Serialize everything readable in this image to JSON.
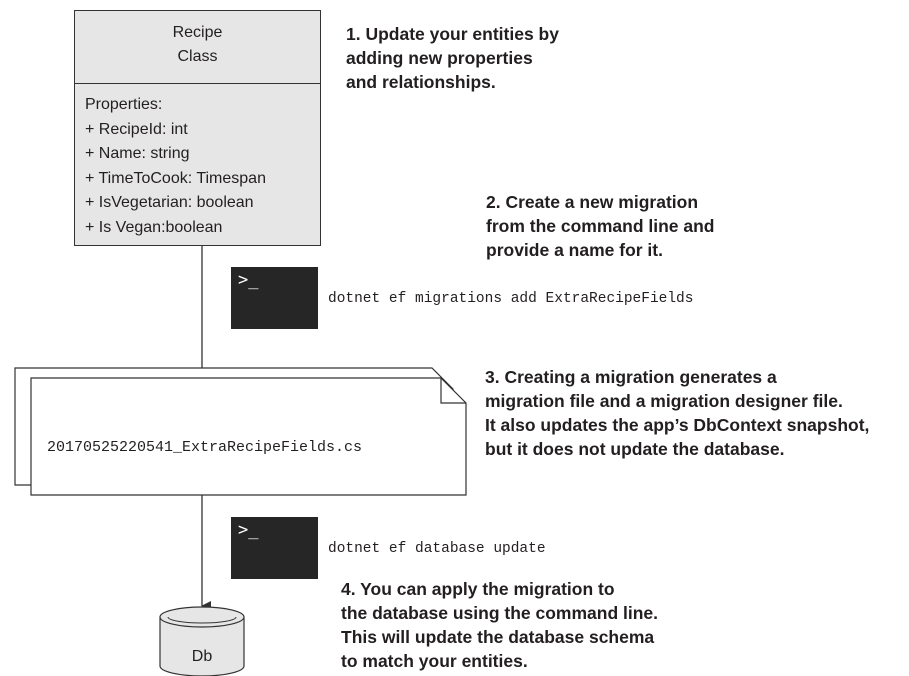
{
  "class": {
    "name": "Recipe",
    "stereotype": "Class",
    "properties_header": "Properties:",
    "properties": [
      "+ RecipeId: int",
      "+ Name: string",
      "+ TimeToCook: Timespan",
      "+ IsVegetarian: boolean",
      "+ Is Vegan:boolean"
    ]
  },
  "steps": [
    {
      "lines": [
        "1. Update your entities by",
        "adding new properties",
        "and relationships."
      ]
    },
    {
      "lines": [
        "2. Create a new migration",
        "from the command line and",
        "provide a name for it."
      ]
    },
    {
      "lines": [
        "3. Creating a migration generates a",
        "migration file and a migration designer file.",
        "It also updates the app’s DbContext snapshot,",
        "but it does not update the database."
      ]
    },
    {
      "lines": [
        "4. You can apply the migration to",
        "the database using the command line.",
        "This will update the database schema",
        "to match your entities."
      ]
    }
  ],
  "terminal_prompt": ">_",
  "commands": {
    "add_migration": "dotnet ef migrations add ExtraRecipeFields",
    "database_update": "dotnet ef database update"
  },
  "file_name": "20170525220541_ExtraRecipeFields.cs",
  "database_label": "Db",
  "colors": {
    "class_fill": "#e6e6e6",
    "terminal_fill": "#262626",
    "stroke": "#333333"
  }
}
